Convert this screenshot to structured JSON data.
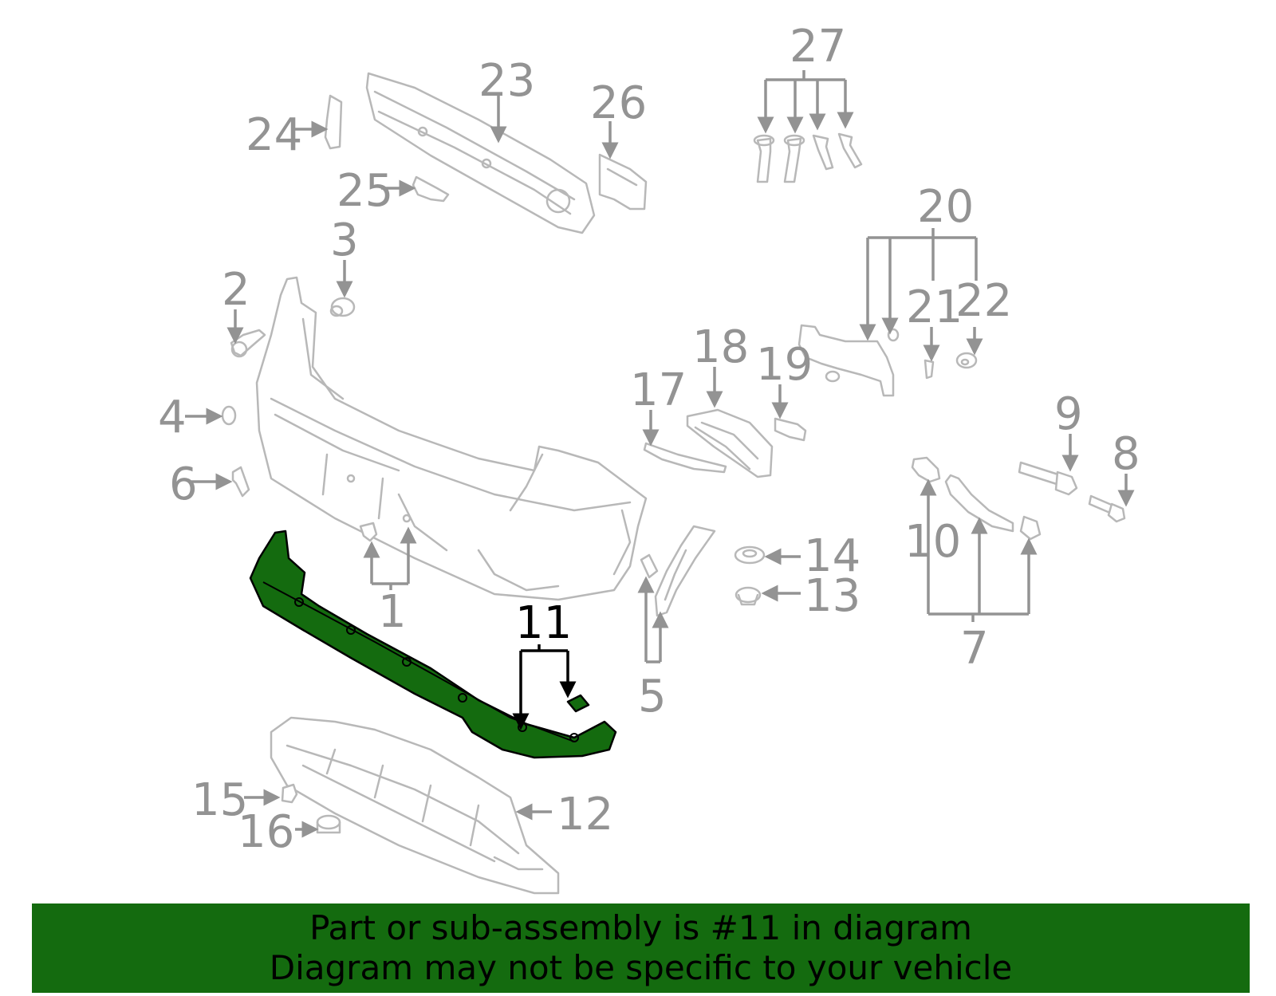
{
  "callouts": {
    "c1": "1",
    "c2": "2",
    "c3": "3",
    "c4": "4",
    "c5": "5",
    "c6": "6",
    "c7": "7",
    "c8": "8",
    "c9": "9",
    "c10": "10",
    "c11": "11",
    "c12": "12",
    "c13": "13",
    "c14": "14",
    "c15": "15",
    "c16": "16",
    "c17": "17",
    "c18": "18",
    "c19": "19",
    "c20": "20",
    "c21": "21",
    "c22": "22",
    "c23": "23",
    "c24": "24",
    "c25": "25",
    "c26": "26",
    "c27": "27"
  },
  "highlighted_part": "11",
  "colors": {
    "highlight_fill": "#146b0f",
    "banner_background": "#146b0f",
    "callout_text": "#939393",
    "part_outline": "#b8b8b8"
  },
  "banner": {
    "line1": "Part or sub-assembly is #11 in diagram",
    "line2": "Diagram may not be specific to your vehicle"
  }
}
